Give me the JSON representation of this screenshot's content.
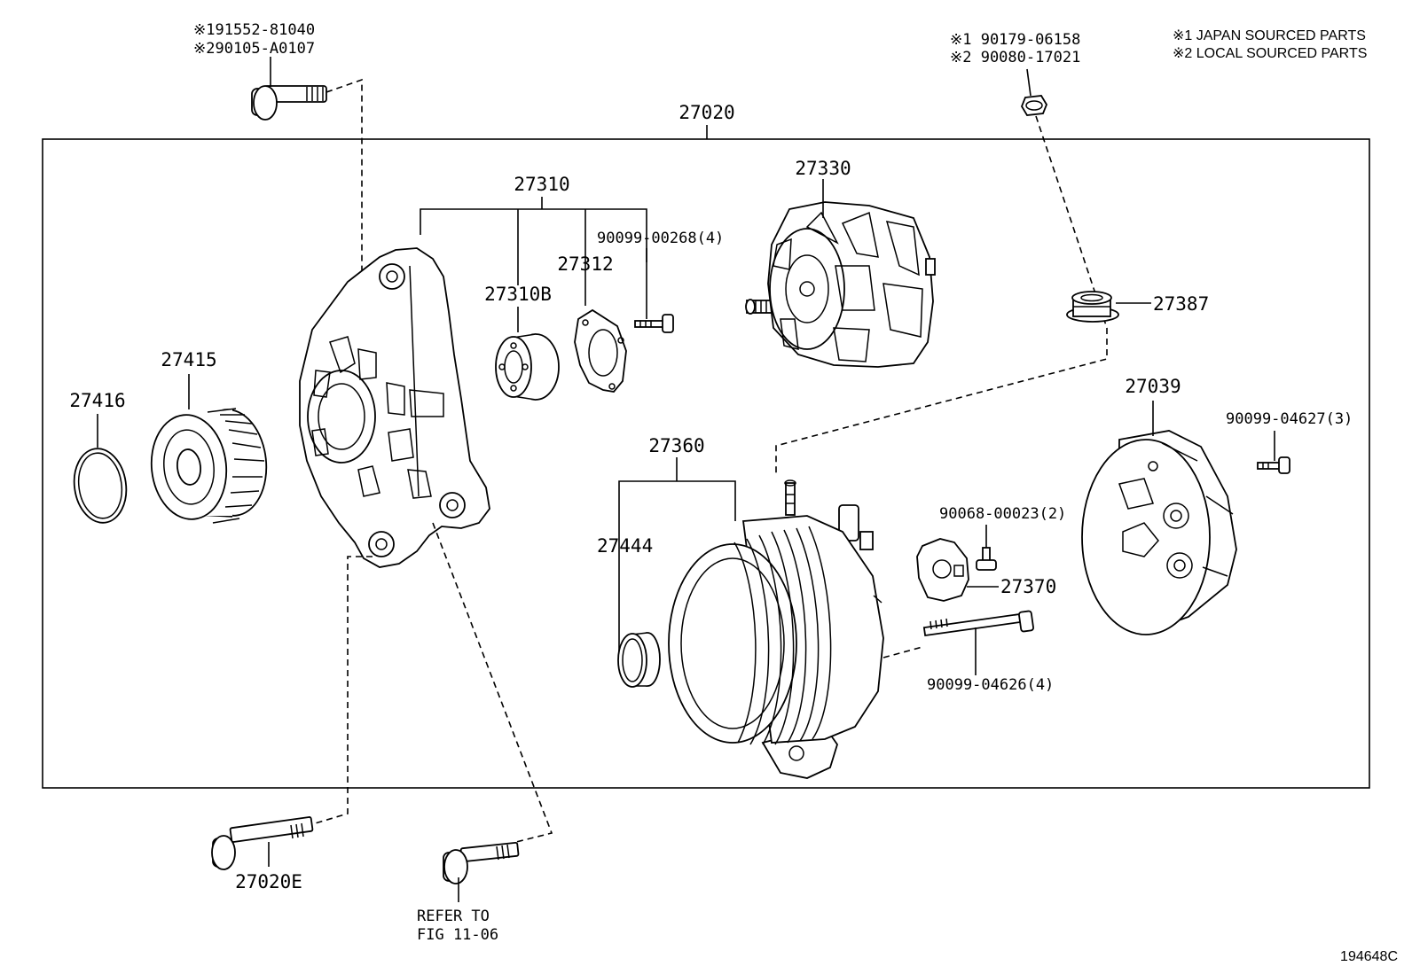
{
  "notes": {
    "legend_1": "※1 JAPAN SOURCED PARTS",
    "legend_2": "※2 LOCAL SOURCED PARTS",
    "figure_id": "194648C"
  },
  "callouts": {
    "top_left_bolt_1": "※191552-81040",
    "top_left_bolt_2": "※290105-A0107",
    "top_right_nut_1": "※1  90179-06158",
    "top_right_nut_2": "※2  90080-17021",
    "assembly": "27020",
    "drive_end_frame_group": "27310",
    "bearing": "27310B",
    "retainer": "27312",
    "retainer_screw": "90099-00268(4)",
    "rotor": "27330",
    "insulator": "27387",
    "pulley": "27415",
    "clutch_cover": "27416",
    "stator_group": "27360",
    "bearing_cover": "27444",
    "end_cover": "27039",
    "end_cover_nut": "90099-04627(3)",
    "regulator_screw": "90068-00023(2)",
    "brush_holder": "27370",
    "through_bolt": "90099-04626(4)",
    "bolt_bottom": "27020E",
    "refer_line_1": "REFER TO",
    "refer_line_2": "FIG 11-06"
  }
}
